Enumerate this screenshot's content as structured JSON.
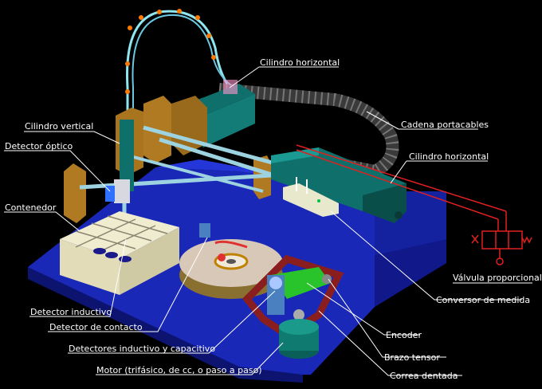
{
  "labels": {
    "cilindro_horizontal_top": "Cilindro horizontal",
    "cadena_portacables": "Cadena portacables",
    "cilindro_horizontal_right": "Cilindro horizontal",
    "cilindro_vertical": "Cilindro vertical",
    "detector_optico": "Detector óptico",
    "contenedor": "Contenedor",
    "valvula_proporcional": "Válvula proporcional",
    "conversor_medida": "Conversor de medida",
    "detector_inductivo": "Detector inductivo",
    "detector_contacto": "Detector de contacto",
    "encoder": "Encoder",
    "detectores_ind_cap": "Detectores inductivo y capacitivo",
    "brazo_tensor": "Brazo tensor",
    "motor": "Motor (trifásico, de cc, o paso a paso)",
    "correa_dentada": "Correa dentada"
  },
  "colors": {
    "base_blue": "#1c2cc4",
    "base_dark": "#0e1678",
    "teal": "#0f6f6a",
    "wood": "#9a6a1c",
    "label_line": "#ffffff",
    "valve_red": "#e02020"
  }
}
